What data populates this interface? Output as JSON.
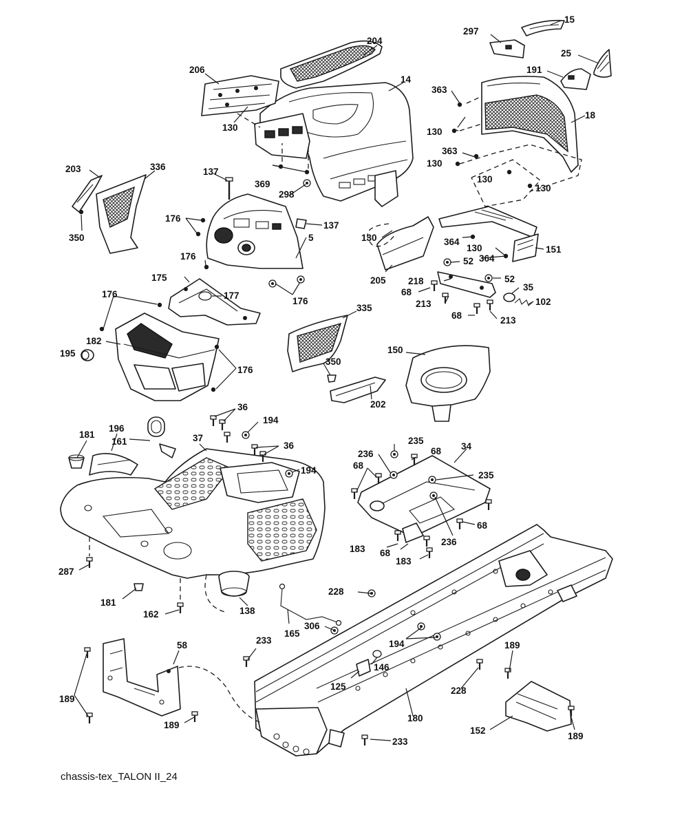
{
  "caption": "chassis-tex_TALON II_24",
  "labels": [
    {
      "id": "l15",
      "text": "15"
    },
    {
      "id": "l297",
      "text": "297"
    },
    {
      "id": "l204",
      "text": "204"
    },
    {
      "id": "l25",
      "text": "25"
    },
    {
      "id": "l14",
      "text": "14"
    },
    {
      "id": "l206",
      "text": "206"
    },
    {
      "id": "l191",
      "text": "191"
    },
    {
      "id": "l363a",
      "text": "363"
    },
    {
      "id": "l18",
      "text": "18"
    },
    {
      "id": "l130a",
      "text": "130"
    },
    {
      "id": "l130b",
      "text": "130"
    },
    {
      "id": "l363b",
      "text": "363"
    },
    {
      "id": "l130c",
      "text": "130"
    },
    {
      "id": "l130d",
      "text": "130"
    },
    {
      "id": "l130e",
      "text": "130"
    },
    {
      "id": "l203",
      "text": "203"
    },
    {
      "id": "l336",
      "text": "336"
    },
    {
      "id": "l137a",
      "text": "137"
    },
    {
      "id": "l369",
      "text": "369"
    },
    {
      "id": "l298",
      "text": "298"
    },
    {
      "id": "l350a",
      "text": "350"
    },
    {
      "id": "l176a",
      "text": "176"
    },
    {
      "id": "l137b",
      "text": "137"
    },
    {
      "id": "l130f",
      "text": "130"
    },
    {
      "id": "l364a",
      "text": "364"
    },
    {
      "id": "l5",
      "text": "5"
    },
    {
      "id": "l130g",
      "text": "130"
    },
    {
      "id": "l151",
      "text": "151"
    },
    {
      "id": "l364b",
      "text": "364"
    },
    {
      "id": "l176b",
      "text": "176"
    },
    {
      "id": "l52a",
      "text": "52"
    },
    {
      "id": "l175",
      "text": "175"
    },
    {
      "id": "l218",
      "text": "218"
    },
    {
      "id": "l52b",
      "text": "52"
    },
    {
      "id": "l205",
      "text": "205"
    },
    {
      "id": "l177",
      "text": "177"
    },
    {
      "id": "l68a",
      "text": "68"
    },
    {
      "id": "l35",
      "text": "35"
    },
    {
      "id": "l176c",
      "text": "176"
    },
    {
      "id": "l213a",
      "text": "213"
    },
    {
      "id": "l102",
      "text": "102"
    },
    {
      "id": "l176d",
      "text": "176"
    },
    {
      "id": "l68b",
      "text": "68"
    },
    {
      "id": "l213b",
      "text": "213"
    },
    {
      "id": "l335",
      "text": "335"
    },
    {
      "id": "l182",
      "text": "182"
    },
    {
      "id": "l150",
      "text": "150"
    },
    {
      "id": "l195",
      "text": "195"
    },
    {
      "id": "l350b",
      "text": "350"
    },
    {
      "id": "l176e",
      "text": "176"
    },
    {
      "id": "l202",
      "text": "202"
    },
    {
      "id": "l36a",
      "text": "36"
    },
    {
      "id": "l194a",
      "text": "194"
    },
    {
      "id": "l181a",
      "text": "181"
    },
    {
      "id": "l196",
      "text": "196"
    },
    {
      "id": "l37",
      "text": "37"
    },
    {
      "id": "l161",
      "text": "161"
    },
    {
      "id": "l36b",
      "text": "36"
    },
    {
      "id": "l235a",
      "text": "235"
    },
    {
      "id": "l236a",
      "text": "236"
    },
    {
      "id": "l68c",
      "text": "68"
    },
    {
      "id": "l34",
      "text": "34"
    },
    {
      "id": "l194b",
      "text": "194"
    },
    {
      "id": "l68d",
      "text": "68"
    },
    {
      "id": "l235b",
      "text": "235"
    },
    {
      "id": "l68e",
      "text": "68"
    },
    {
      "id": "l236b",
      "text": "236"
    },
    {
      "id": "l183a",
      "text": "183"
    },
    {
      "id": "l68f",
      "text": "68"
    },
    {
      "id": "l183b",
      "text": "183"
    },
    {
      "id": "l287",
      "text": "287"
    },
    {
      "id": "l228a",
      "text": "228"
    },
    {
      "id": "l181b",
      "text": "181"
    },
    {
      "id": "l138",
      "text": "138"
    },
    {
      "id": "l162",
      "text": "162"
    },
    {
      "id": "l165",
      "text": "165"
    },
    {
      "id": "l306",
      "text": "306"
    },
    {
      "id": "l194c",
      "text": "194"
    },
    {
      "id": "l233a",
      "text": "233"
    },
    {
      "id": "l58",
      "text": "58"
    },
    {
      "id": "l189a",
      "text": "189"
    },
    {
      "id": "l146",
      "text": "146"
    },
    {
      "id": "l125",
      "text": "125"
    },
    {
      "id": "l228b",
      "text": "228"
    },
    {
      "id": "l189b",
      "text": "189"
    },
    {
      "id": "l180",
      "text": "180"
    },
    {
      "id": "l189c",
      "text": "189"
    },
    {
      "id": "l152",
      "text": "152"
    },
    {
      "id": "l189d",
      "text": "189"
    },
    {
      "id": "l233b",
      "text": "233"
    }
  ]
}
